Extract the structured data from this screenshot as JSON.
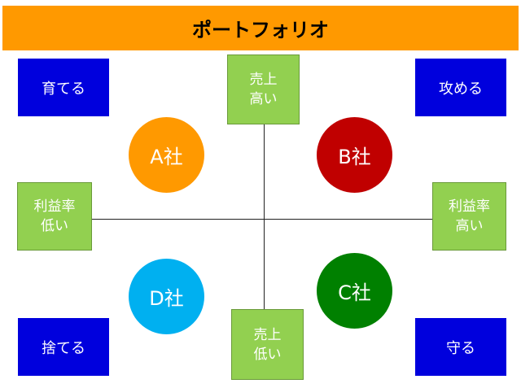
{
  "title": "ポートフォリオ",
  "axes": {
    "top": {
      "line1": "売上",
      "line2": "高い"
    },
    "bottom": {
      "line1": "売上",
      "line2": "低い"
    },
    "left": {
      "line1": "利益率",
      "line2": "低い"
    },
    "right": {
      "line1": "利益率",
      "line2": "高い"
    }
  },
  "actions": {
    "top_left": "育てる",
    "top_right": "攻める",
    "bottom_left": "捨てる",
    "bottom_right": "守る"
  },
  "companies": {
    "a": "A社",
    "b": "B社",
    "c": "C社",
    "d": "D社"
  },
  "colors": {
    "title_bar": "#ff9900",
    "axis_label": "#92d050",
    "action_box": "#0000dd",
    "company_a": "#ff9900",
    "company_b": "#c00000",
    "company_c": "#008000",
    "company_d": "#00b0f0"
  }
}
